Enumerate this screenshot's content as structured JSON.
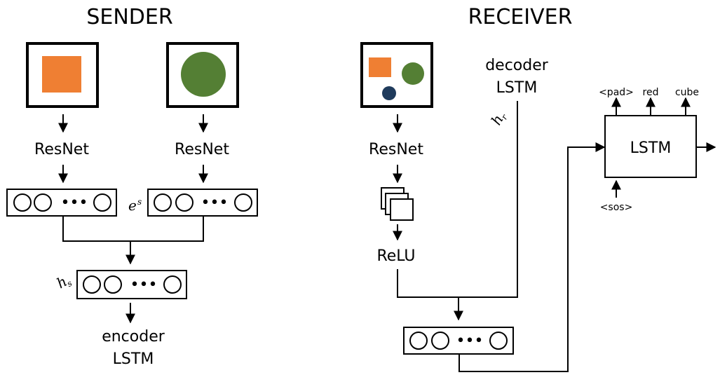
{
  "sender": {
    "title": "SENDER",
    "resnet_left": "ResNet",
    "resnet_right": "ResNet",
    "embed_label": "e",
    "embed_sub": "s",
    "hidden_label": "h",
    "hidden_sub": "s",
    "encoder_line1": "encoder",
    "encoder_line2": "LSTM"
  },
  "receiver": {
    "title": "RECEIVER",
    "resnet": "ResNet",
    "relu": "ReLU",
    "decoder_line1": "decoder",
    "decoder_line2": "LSTM",
    "hidden_label": "h",
    "hidden_sub": "r",
    "lstm": "LSTM",
    "out_pad": "<pad>",
    "out_red": "red",
    "out_cube": "cube",
    "in_sos": "<sos>"
  },
  "colors": {
    "orange": "#ef7f33",
    "green": "#547f34",
    "navy": "#1f3b5c"
  },
  "vector_dots": "•••"
}
